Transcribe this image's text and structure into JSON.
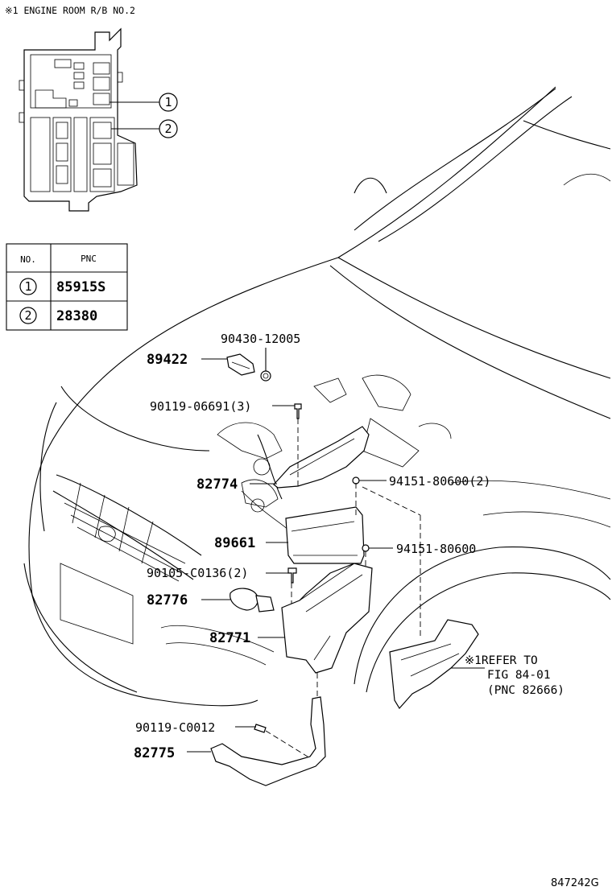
{
  "header": {
    "note": "※1 ENGINE ROOM R/B NO.2"
  },
  "table": {
    "col_no": "NO.",
    "col_pnc": "PNC",
    "rows": [
      {
        "no": "1",
        "pnc": "85915S"
      },
      {
        "no": "2",
        "pnc": "28380"
      }
    ]
  },
  "callouts": {
    "c1": "1",
    "c2": "2"
  },
  "parts": {
    "p90430": "90430-12005",
    "p89422": "89422",
    "p90119a": "90119-06691(3)",
    "p82774": "82774",
    "p94151a": "94151-80600(2)",
    "p89661": "89661",
    "p94151b": "94151-80600",
    "p90105": "90105-C0136(2)",
    "p82776": "82776",
    "p82771": "82771",
    "p90119b": "90119-C0012",
    "p82775": "82775"
  },
  "refer": {
    "line1": "※1REFER TO",
    "line2": "FIG 84-01",
    "line3": "(PNC 82666)"
  },
  "footer": {
    "code": "847242G"
  }
}
